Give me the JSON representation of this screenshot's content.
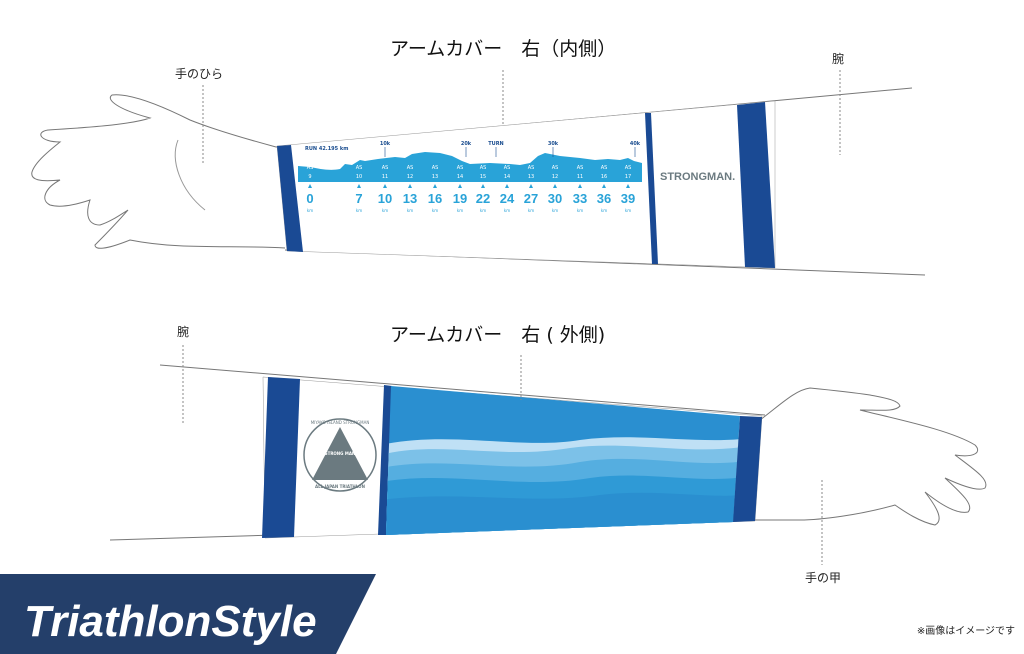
{
  "upper": {
    "title": "アームカバー　右（内側）",
    "label_palm": "手のひら",
    "label_wrist": "腕",
    "course": {
      "distance": "RUN 42.195 km",
      "markers": [
        "10k",
        "20k",
        "TURN",
        "30k",
        "40k"
      ],
      "aid_stations": [
        "AS 9",
        "AS 10",
        "AS 11",
        "AS 12",
        "AS 13",
        "AS 14",
        "AS 15",
        "AS 14",
        "AS 13",
        "AS 12",
        "AS 11",
        "AS 16",
        "AS 17"
      ],
      "km": [
        "0",
        "7",
        "10",
        "13",
        "16",
        "19",
        "22",
        "24",
        "27",
        "30",
        "33",
        "36",
        "39"
      ],
      "km_unit": "km"
    },
    "brand": "STRONGMAN."
  },
  "lower": {
    "title": "アームカバー　右 ( 外側)",
    "label_wrist": "腕",
    "label_back": "手の甲",
    "emblem": {
      "top": "MIYAKO ISLAND STRONGMAN",
      "center": "STRONG MAN",
      "bottom": "ALL JAPAN TRIATHLON"
    }
  },
  "footer": {
    "logo": "TriathlonStyle",
    "note": "※画像はイメージです"
  },
  "colors": {
    "navy": "#1a4a94",
    "sky": "#29a3d8",
    "logo_bg": "#243f6a"
  }
}
